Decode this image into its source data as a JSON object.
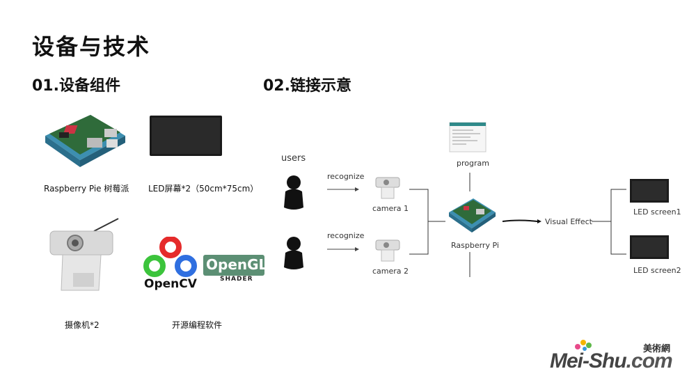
{
  "title": "设备与技术",
  "section1": {
    "heading": "01.设备组件",
    "items": {
      "raspberry": "Raspberry Pie 树莓派",
      "led": "LED屏幕*2（50cm*75cm）",
      "camera": "摄像机*2",
      "software": "开源编程软件"
    },
    "opencv_text": "OpenCV",
    "opengl_text": "OpenGL",
    "opengl_sub": "SHADER"
  },
  "section2": {
    "heading": "02.链接示意",
    "users": "users",
    "recognize1": "recognize",
    "recognize2": "recognize",
    "camera1": "camera 1",
    "camera2": "camera 2",
    "program": "program",
    "raspberry_pi": "Raspberry Pi",
    "visual_effect": "Visual Effect",
    "led1": "LED screen1",
    "led2": "LED screen2"
  },
  "watermark": {
    "cn": "美術網",
    "main": "Mei-Shu",
    "dotcom": ".com"
  },
  "colors": {
    "board_blue": "#3d8fb0",
    "board_green": "#2f6b3a",
    "opencv_red": "#e52b2b",
    "opencv_green": "#3cc43c",
    "opencv_blue": "#2f6fe0",
    "opengl_bg": "#5c8f74"
  }
}
